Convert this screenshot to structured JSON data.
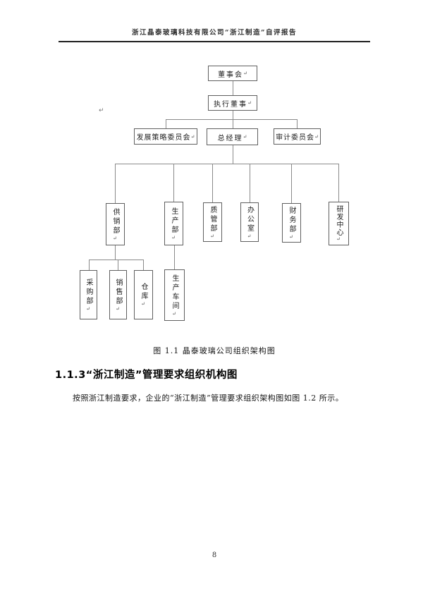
{
  "page": {
    "header_title": "浙江晶泰玻璃科技有限公司“浙江制造”自评报告",
    "page_number": "8",
    "paragraph_mark": "↵"
  },
  "org_chart": {
    "nodes": {
      "board": "董事会",
      "executive_director": "执行董事",
      "development_strategy_committee": "发展策略委员会",
      "general_manager": "总经理",
      "audit_committee": "审计委员会",
      "supply_sales_dept": "供销部",
      "production_dept": "生产部",
      "quality_dept": "质管部",
      "office": "办公室",
      "finance_dept": "财务部",
      "rd_center": "研发中心",
      "purchasing_dept": "采购部",
      "sales_dept": "销售部",
      "warehouse": "仓库",
      "production_workshop": "生产车间"
    },
    "caption": "图 1.1 晶泰玻璃公司组织架构图"
  },
  "section": {
    "heading": "1.1.3“浙江制造”管理要求组织机构图",
    "body": "按照浙江制造要求，企业的“浙江制造”管理要求组织架构图如图 1.2 所示。"
  },
  "colors": {
    "line": "#8a8a8a",
    "box_border": "#5f5f5f",
    "text": "#1a1a1a"
  }
}
